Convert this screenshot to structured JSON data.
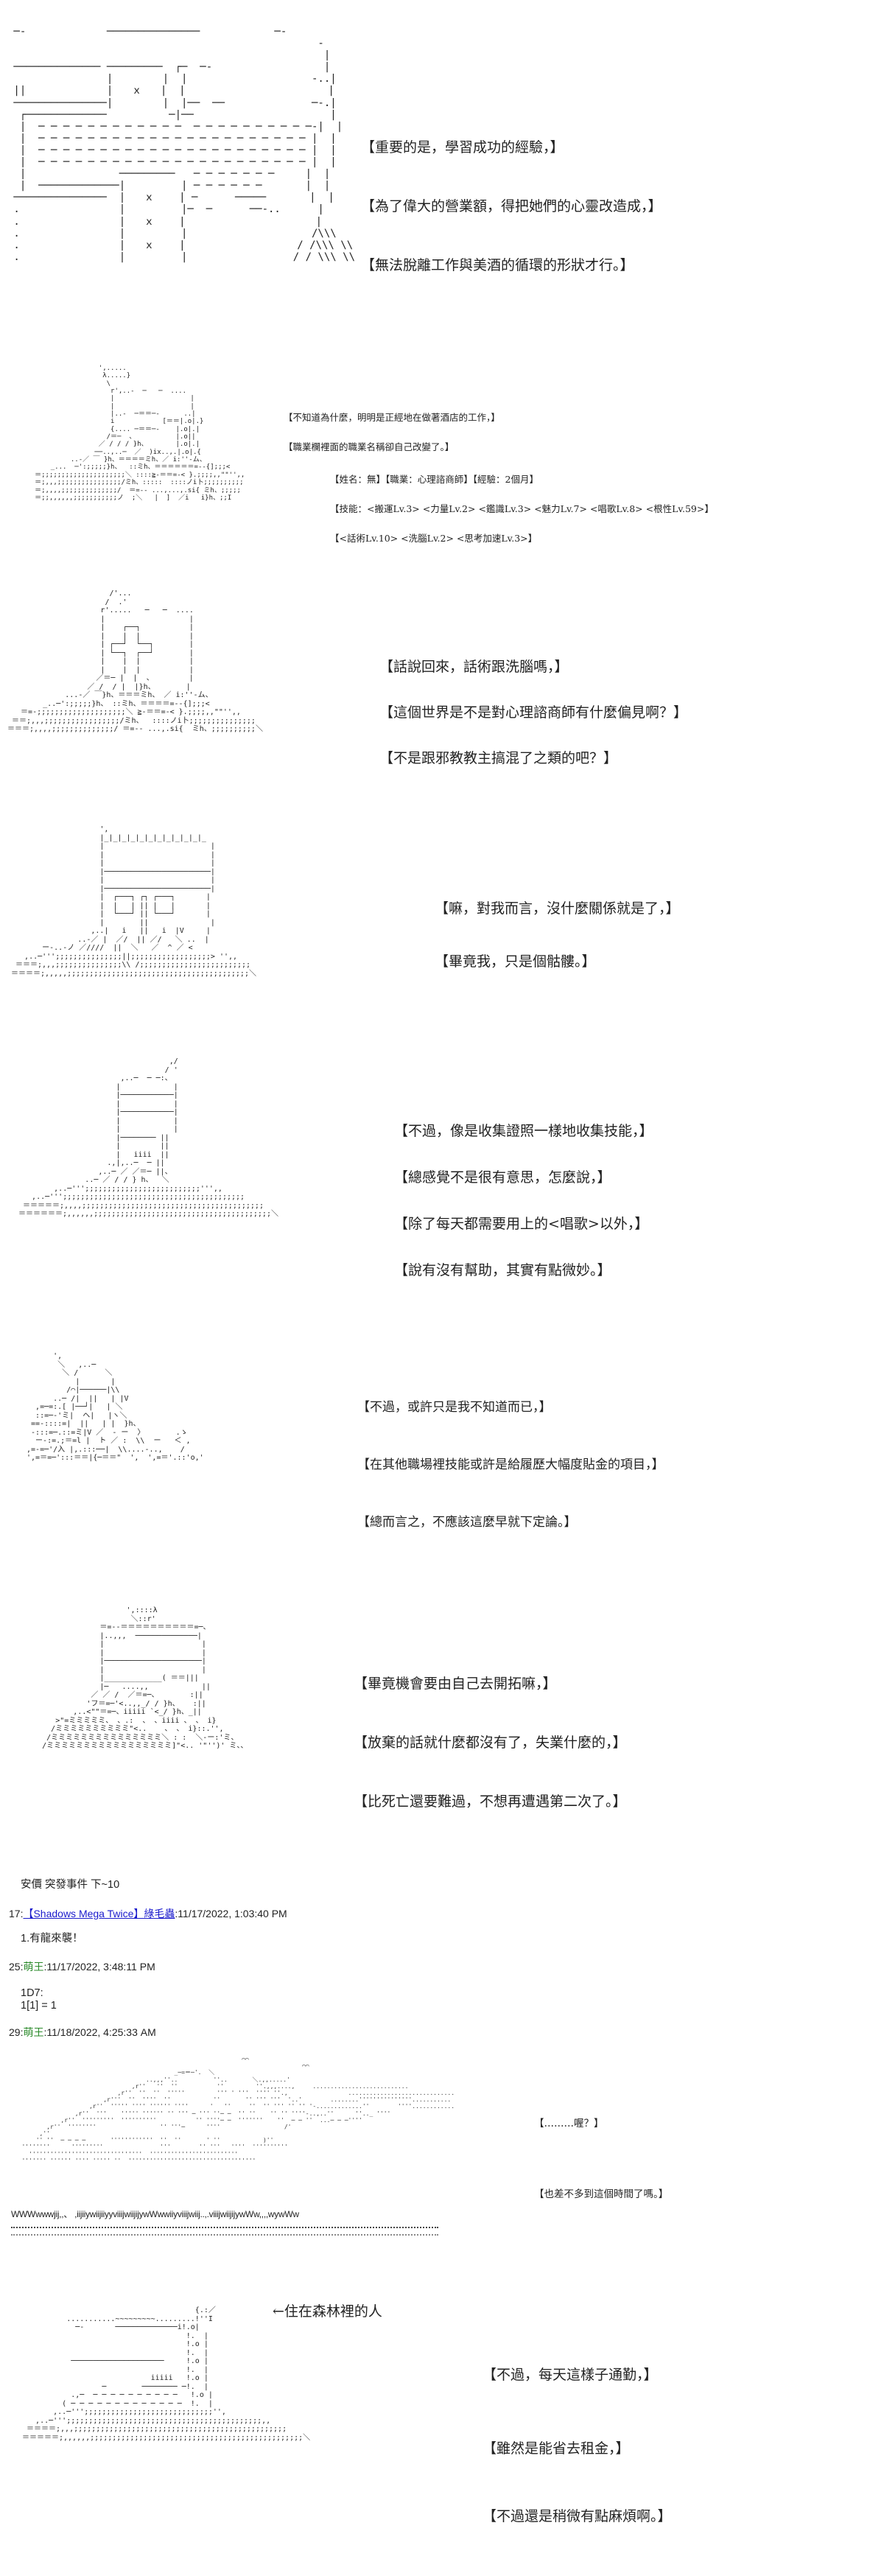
{
  "panels": [
    {
      "id": "p1",
      "dialogue": [
        "【重要的是，學習成功的經驗，】",
        "【為了偉大的營業額，得把她們的心靈改造成，】",
        "【無法脫離工作與美酒的循環的形狀才行。】"
      ]
    },
    {
      "id": "p2",
      "dialogue": [
        "【不知道為什麼，明明是正經地在做著酒店的工作，】",
        "【職業欄裡面的職業名稱卻自己改變了。】"
      ],
      "status": [
        "【姓名：無】【職業：心理諮商師】【經驗：2個月】",
        "【技能：<搬運Lv.3> <力量Lv.2> <鑑識Lv.3> <魅力Lv.7> <唱歌Lv.8> <根性Lv.59>】",
        "【<話術Lv.10> <洗腦Lv.2> <思考加速Lv.3>】"
      ]
    },
    {
      "id": "p3",
      "dialogue": [
        "【話說回來，話術跟洗腦嗎，】",
        "【這個世界是不是對心理諮商師有什麼偏見啊？】",
        "【不是跟邪教教主搞混了之類的吧？】"
      ]
    },
    {
      "id": "p4",
      "dialogue": [
        "【嘛，對我而言，沒什麼關係就是了，】",
        "【畢竟我，只是個骷髏。】"
      ]
    },
    {
      "id": "p5",
      "dialogue": [
        "【不過，像是收集證照一樣地收集技能，】",
        "【總感覺不是很有意思，怎麼說，】",
        "【除了每天都需要用上的<唱歌>以外，】",
        "【說有沒有幫助，其實有點微妙。】"
      ]
    },
    {
      "id": "p6",
      "dialogue": [
        "【不過，或許只是我不知道而已，】",
        "【在其他職場裡技能或許是給履歷大幅度貼金的項目，】",
        "【總而言之，不應該這麼早就下定論。】"
      ]
    },
    {
      "id": "p7",
      "dialogue": [
        "【畢竟機會要由自己去開拓嘛，】",
        "【放棄的話就什麼都沒有了，失業什麼的，】",
        "【比死亡還要難過，不想再遭遇第二次了。】"
      ]
    },
    {
      "id": "p8",
      "dialogue": [
        "【………喔？】",
        "【也差不多到這個時間了嗎。】"
      ]
    },
    {
      "id": "p9",
      "arrow_label": "←住在森林裡的人",
      "dialogue": [
        "【不過，每天這樣子通勤，】",
        "【雖然是能省去租金，】",
        "【不過還是稍微有點麻煩啊。】"
      ]
    }
  ],
  "thread": {
    "anchor_note": "安價 突發事件 下~10",
    "posts": [
      {
        "number": "17",
        "name": "【Shadows Mega Twice】綠毛蟲",
        "name_style": "link",
        "timestamp": "11/17/2022, 1:03:40 PM",
        "body": "1.有龍來襲！"
      },
      {
        "number": "25",
        "name": "萌王",
        "name_style": "green",
        "timestamp": "11/17/2022, 3:48:11 PM",
        "body": "1D7:\n1[1] = 1"
      },
      {
        "number": "29",
        "name": "萌王",
        "name_style": "green",
        "timestamp": "11/18/2022, 4:25:33 AM",
        "body": ""
      }
    ]
  },
  "landscape_ground_text": "WWWwwwjij,,、 ,iijiiywiijiiyyviiijwiijijywWwwiiyviiijwiij..,.viiijwiijijywWw,,,,wywWw",
  "colors": {
    "link": "#1a1acc",
    "name_green": "#2a8a2a",
    "text": "#222222",
    "background": "#ffffff"
  }
}
